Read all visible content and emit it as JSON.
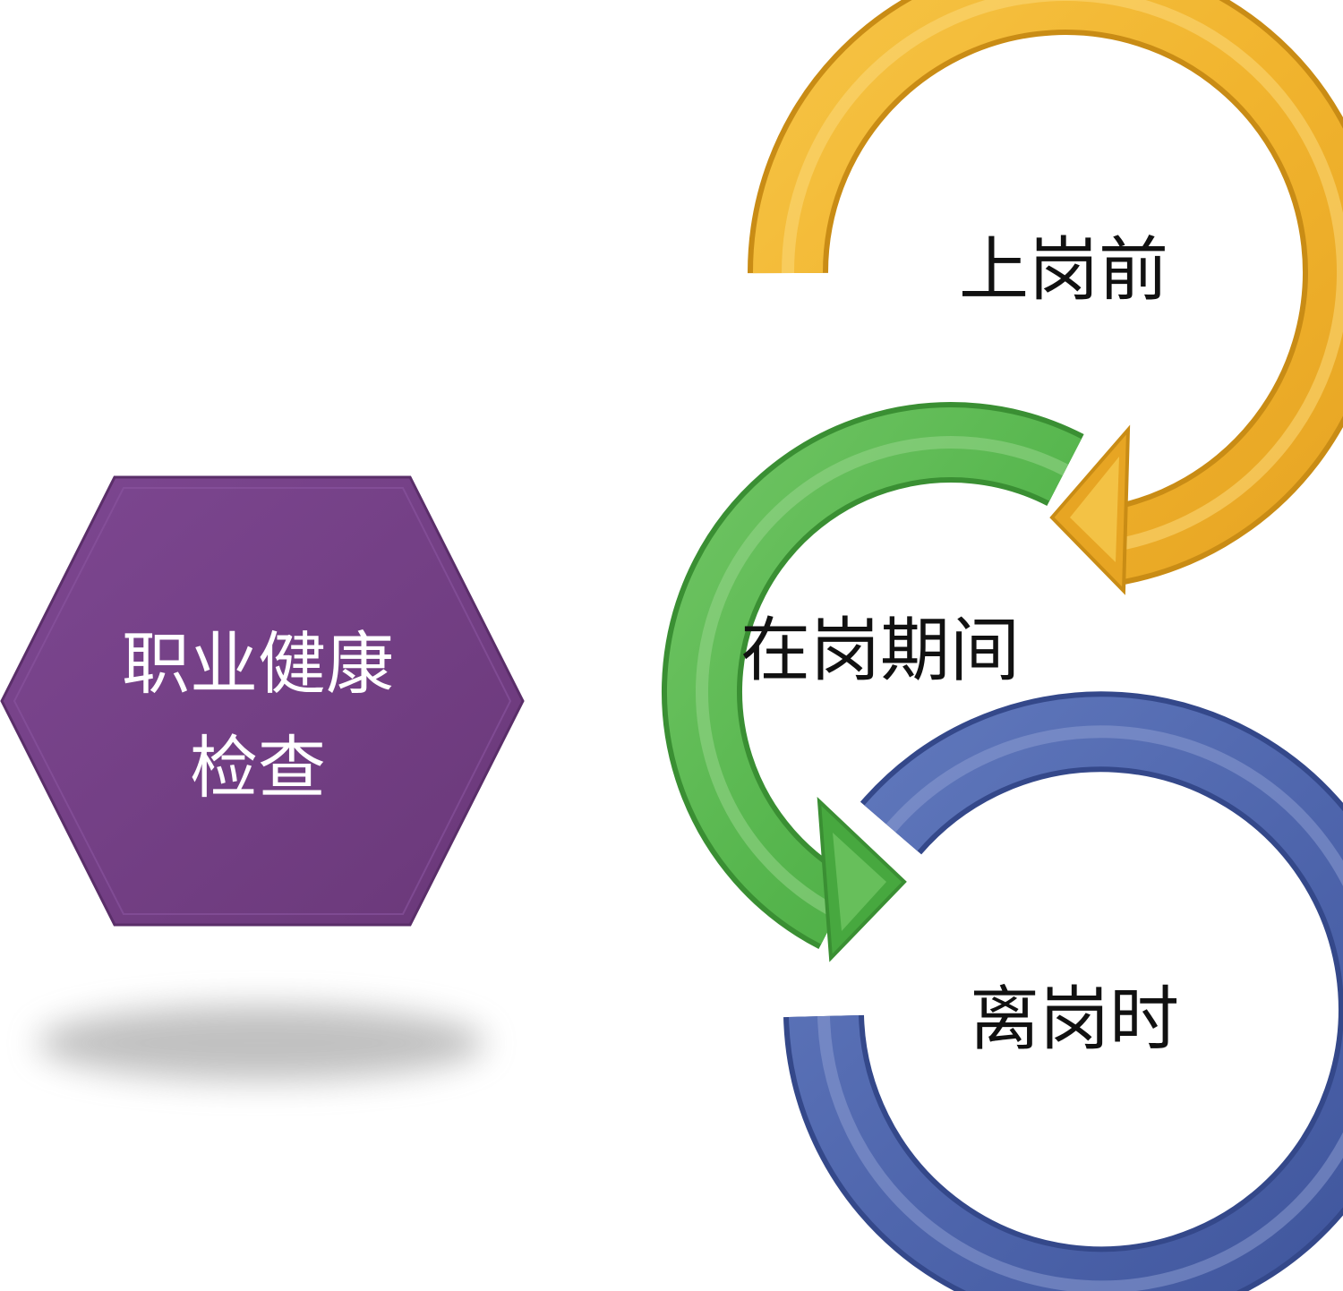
{
  "hexagon": {
    "line1": "职业健康",
    "line2": "检查",
    "color": "#743F87"
  },
  "stages": [
    {
      "label": "上岗前",
      "color": "#F3B733"
    },
    {
      "label": "在岗期间",
      "color": "#5DBB52"
    },
    {
      "label": "离岗时",
      "color": "#5068B0"
    }
  ]
}
